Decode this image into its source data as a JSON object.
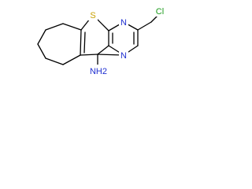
{
  "structure": {
    "atoms": {
      "sulfur": {
        "label": "S",
        "color": "#c8a000"
      },
      "nitrogen_top": {
        "label": "N",
        "color": "#1f2fd0"
      },
      "nitrogen_right": {
        "label": "N",
        "color": "#1f2fd0"
      },
      "chlorine": {
        "label": "Cl",
        "color": "#1a9a1a"
      },
      "amine": {
        "label": "NH2",
        "color": "#1f2fd0"
      }
    }
  }
}
